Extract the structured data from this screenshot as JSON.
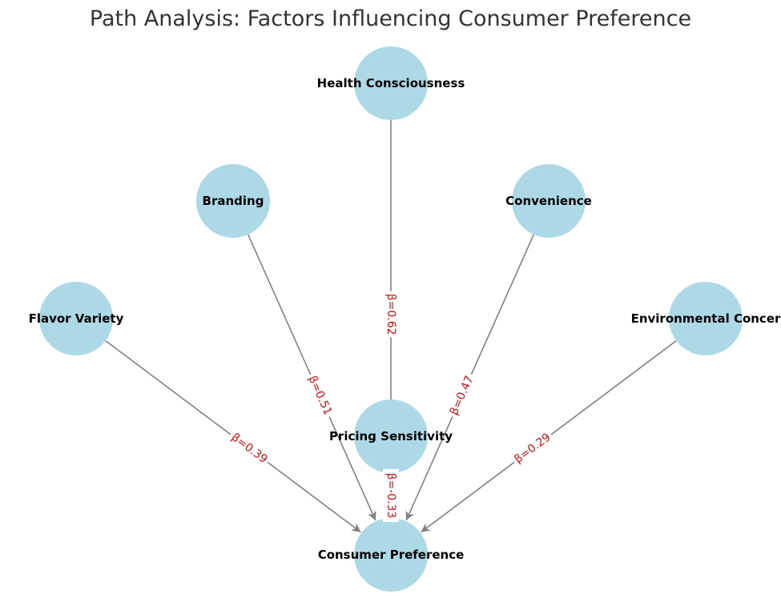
{
  "title": "Path Analysis: Factors Influencing Consumer Preference",
  "colors": {
    "node_fill": "#add8e6",
    "edge": "#808080",
    "coefficient_text": "#cc1111",
    "title_text": "#333333"
  },
  "nodes": [
    {
      "id": "health",
      "label": "Health Consciousness"
    },
    {
      "id": "branding",
      "label": "Branding"
    },
    {
      "id": "convenience",
      "label": "Convenience"
    },
    {
      "id": "flavor",
      "label": "Flavor Variety"
    },
    {
      "id": "environment",
      "label": "Environmental Concer"
    },
    {
      "id": "pricing",
      "label": "Pricing Sensitivity"
    },
    {
      "id": "consumer",
      "label": "Consumer Preference"
    }
  ],
  "edges": [
    {
      "from": "health",
      "to": "consumer",
      "label": "β=0.62"
    },
    {
      "from": "branding",
      "to": "consumer",
      "label": "β=0.51"
    },
    {
      "from": "convenience",
      "to": "consumer",
      "label": "β=0.47"
    },
    {
      "from": "flavor",
      "to": "consumer",
      "label": "β=0.39"
    },
    {
      "from": "environment",
      "to": "consumer",
      "label": "β=0.29"
    },
    {
      "from": "pricing",
      "to": "consumer",
      "label": "β=-0.33"
    }
  ]
}
